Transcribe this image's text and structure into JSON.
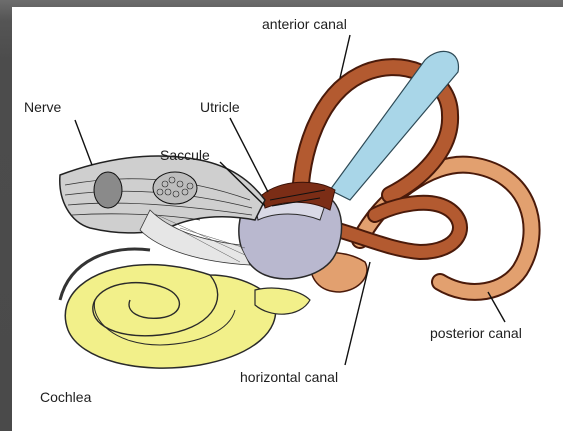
{
  "labels": {
    "anterior_canal": "anterior canal",
    "nerve": "Nerve",
    "utricle": "Utricle",
    "saccule": "Saccule",
    "posterior_canal": "posterior canal",
    "horizontal_canal": "horizontal canal",
    "cochlea": "Cochlea"
  },
  "colors": {
    "canal_fill": "#b35a30",
    "canal_stroke": "#4a1a0a",
    "posterior_fill": "#e2a06f",
    "cochlea_fill": "#f2f08a",
    "ampulla_fill": "#a9d6e8",
    "vestibule_fill": "#b9b8cf",
    "nerve_fill": "#cfcfcf",
    "frame_bg": "#4a4a4a"
  }
}
